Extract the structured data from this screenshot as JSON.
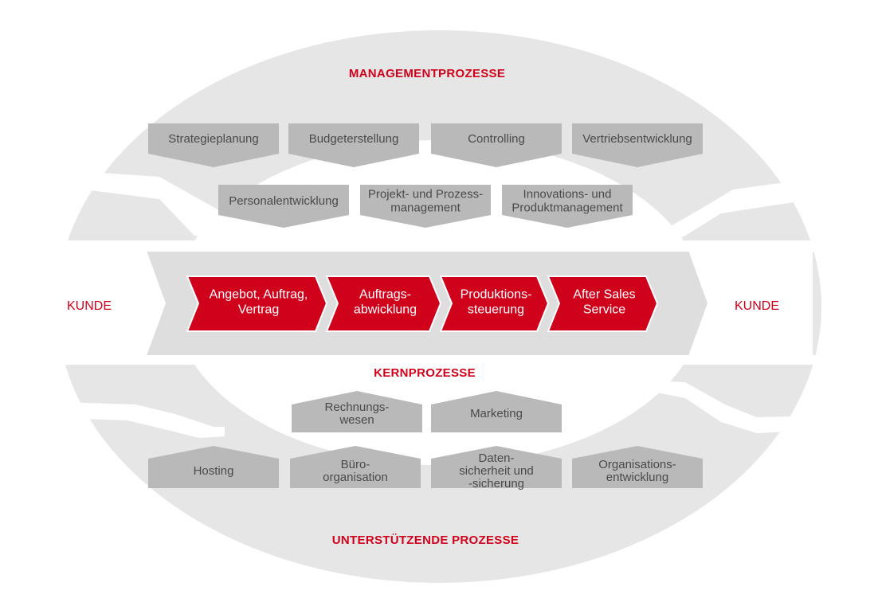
{
  "colors": {
    "accent": "#d0021b",
    "ring": "#e6e6e6",
    "band": "#dedede",
    "box": "#b9b9b9",
    "box_text": "#4a4a4a",
    "core_text": "#ffffff",
    "white": "#ffffff"
  },
  "headings": {
    "management": "MANAGEMENTPROZESSE",
    "core": "KERNPROZESSE",
    "support": "UNTERSTÜTZENDE PROZESSE"
  },
  "customer": {
    "left": "KUNDE",
    "right": "KUNDE"
  },
  "management_row1": [
    {
      "lines": [
        "Strategieplanung"
      ]
    },
    {
      "lines": [
        "Budgeterstellung"
      ]
    },
    {
      "lines": [
        "Controlling"
      ]
    },
    {
      "lines": [
        "Vertriebsentwicklung"
      ]
    }
  ],
  "management_row2": [
    {
      "lines": [
        "Personalentwicklung"
      ]
    },
    {
      "lines": [
        "Projekt- und Prozess-",
        "management"
      ]
    },
    {
      "lines": [
        "Innovations- und",
        "Produktmanagement"
      ]
    }
  ],
  "core_processes": [
    {
      "lines": [
        "Angebot, Auftrag,",
        "Vertrag"
      ]
    },
    {
      "lines": [
        "Auftrags-",
        "abwicklung"
      ]
    },
    {
      "lines": [
        "Produktions-",
        "steuerung"
      ]
    },
    {
      "lines": [
        "After Sales",
        "Service"
      ]
    }
  ],
  "support_row1": [
    {
      "lines": [
        "Rechnungs-",
        "wesen"
      ]
    },
    {
      "lines": [
        "Marketing"
      ]
    }
  ],
  "support_row2": [
    {
      "lines": [
        "Hosting"
      ]
    },
    {
      "lines": [
        "Büro-",
        "organisation"
      ]
    },
    {
      "lines": [
        "Daten-",
        "sicherheit und",
        "-sicherung"
      ]
    },
    {
      "lines": [
        "Organisations-",
        "entwicklung"
      ]
    }
  ]
}
